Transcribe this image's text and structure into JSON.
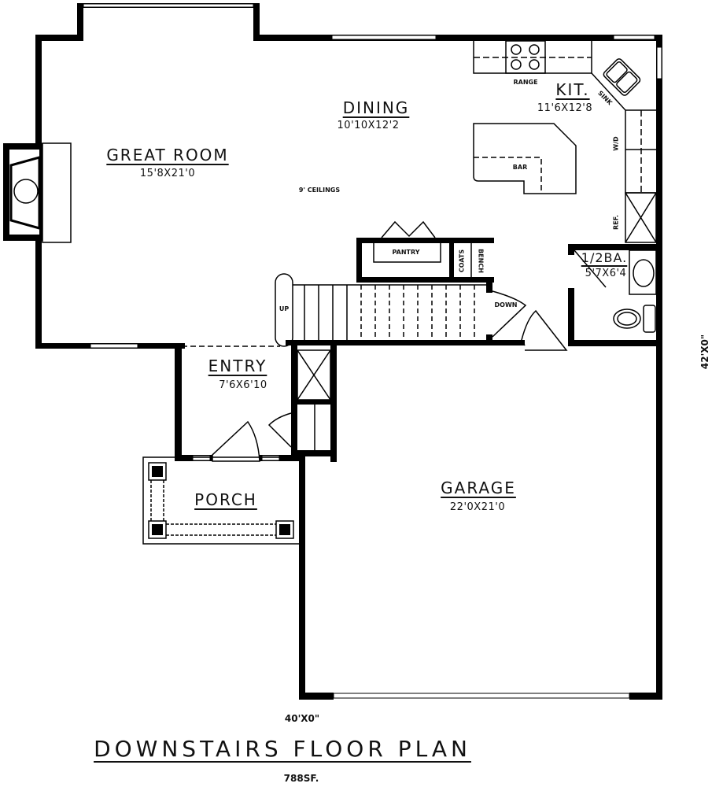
{
  "plan": {
    "title": "DOWNSTAIRS FLOOR PLAN",
    "square_footage": "788SF.",
    "overall_width": "40'X0\"",
    "overall_depth": "42'X0\"",
    "wall_color": "#000000",
    "background_color": "#ffffff"
  },
  "rooms": {
    "great_room": {
      "name": "GREAT ROOM",
      "dims": "15'8X21'0"
    },
    "dining": {
      "name": "DINING",
      "dims": "10'10X12'2",
      "note": "9' CEILINGS"
    },
    "kitchen": {
      "name": "KIT.",
      "dims": "11'6X12'8"
    },
    "half_bath": {
      "name": "1/2BA.",
      "dims": "5'7X6'4"
    },
    "entry": {
      "name": "ENTRY",
      "dims": "7'6X6'10"
    },
    "porch": {
      "name": "PORCH"
    },
    "garage": {
      "name": "GARAGE",
      "dims": "22'0X21'0"
    }
  },
  "fixtures": {
    "range": "RANGE",
    "sink": "SINK",
    "bar": "BAR",
    "washer_dryer": "W/D",
    "refrigerator": "REF.",
    "pantry": "PANTRY",
    "coats": "COATS",
    "bench": "BENCH",
    "stairs_up": "UP",
    "stairs_down": "DOWN"
  }
}
